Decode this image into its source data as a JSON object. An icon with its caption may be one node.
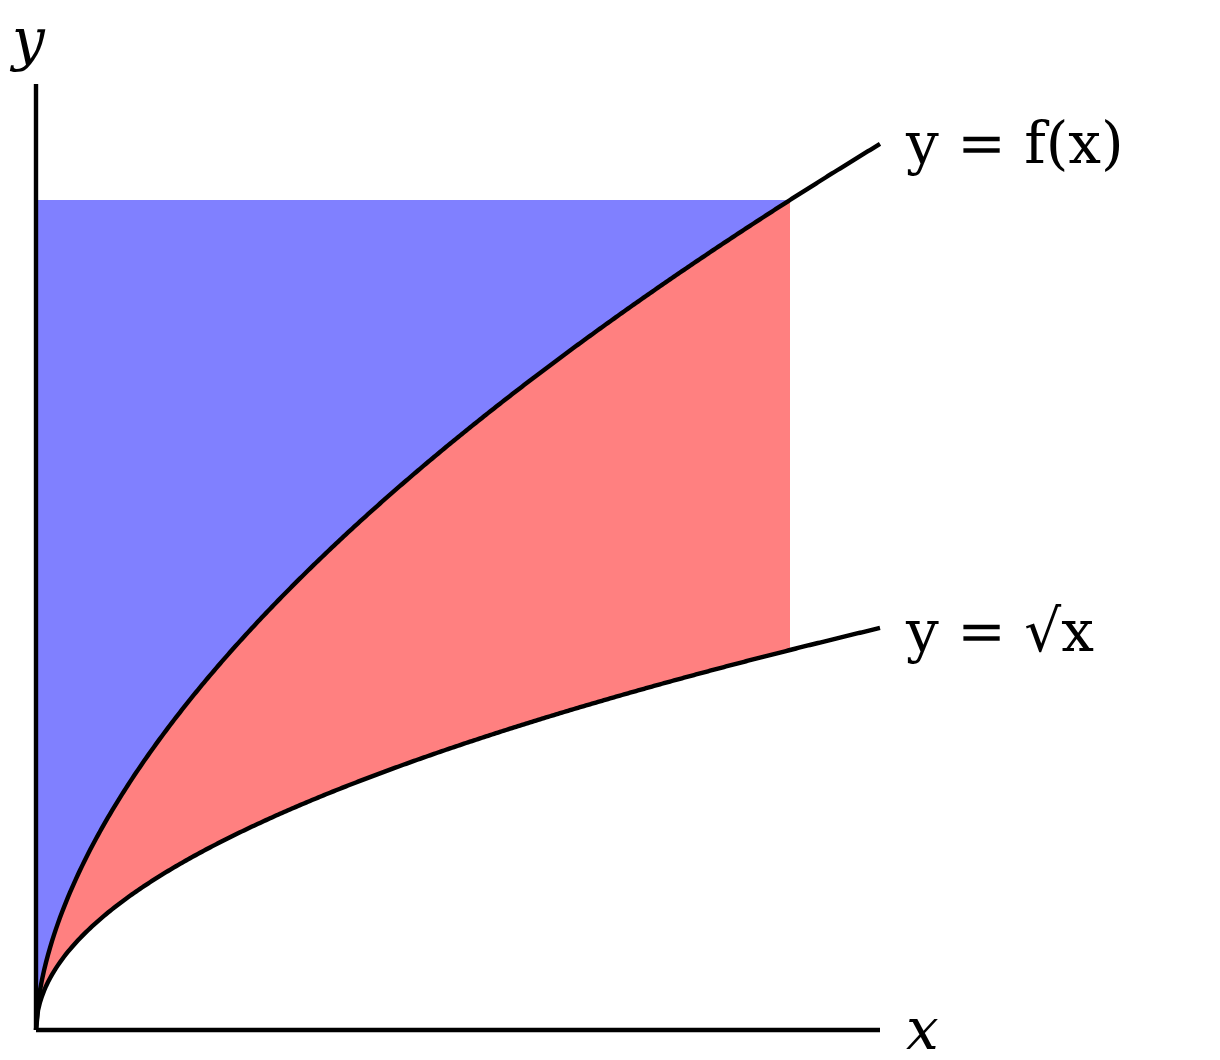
{
  "diagram": {
    "labels": [
      "y",
      "y = f(x)",
      "y = √x",
      "x"
    ]
  }
}
